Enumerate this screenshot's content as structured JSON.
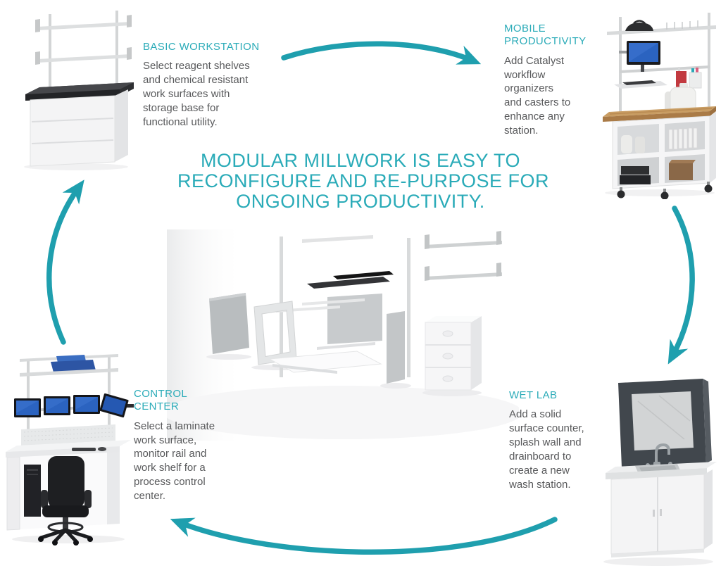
{
  "colors": {
    "accent_teal_arrows": "#1f9fae",
    "heading_teal": "#2aabb8",
    "body_text": "#58595b",
    "wood_top": "#c99d63",
    "monitor_blue": "#2b63c0",
    "counter_black": "#232427"
  },
  "center_headline": {
    "lines": [
      "MODULAR MILLWORK IS EASY TO",
      "RECONFIGURE AND RE-PURPOSE FOR",
      "ONGOING PRODUCTIVITY."
    ]
  },
  "stations": {
    "basic_workstation": {
      "title": "BASIC WORKSTATION",
      "description": "Select reagent shelves and chemical resistant work surfaces with storage base for functional utility."
    },
    "mobile_productivity": {
      "title": "MOBILE PRODUCTIVITY",
      "description": "Add Catalyst workflow organizers and casters to enhance any station."
    },
    "wet_lab": {
      "title": "WET LAB",
      "description": "Add a solid surface counter, splash wall and drainboard to create a new wash station."
    },
    "control_center": {
      "title": "CONTROL CENTER",
      "description": "Select a laminate work surface, monitor rail and work shelf for a process control center."
    }
  },
  "images": {
    "basic_workstation": "lab-bench-with-reagent-shelves-photo",
    "mobile_productivity": "mobile-cart-with-monitor-and-organizers-photo",
    "wet_lab": "wash-station-with-sink-and-splash-wall-photo",
    "control_center": "desk-with-four-monitors-and-chair-photo",
    "center": "exploded-view-modular-millwork-parts-photo"
  },
  "icons": {
    "flow_arrow": "curved-teal-arrow"
  }
}
